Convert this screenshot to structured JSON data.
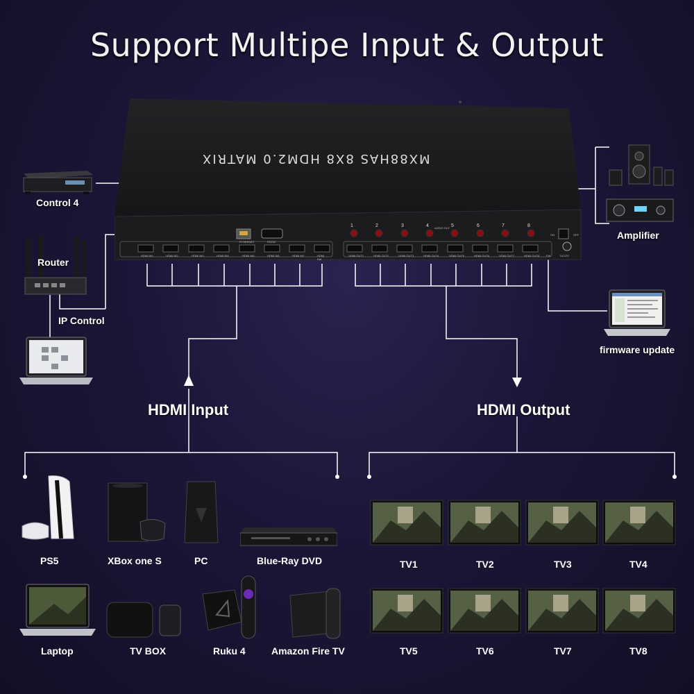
{
  "title": "Support Multipe Input & Output",
  "matrix": {
    "model": "MX88HAS 8X8 HDM2.0 MATRIX",
    "ports": {
      "ethernet": "ETHERNET",
      "rs232": "RS232",
      "inputs": [
        "HDMI IN1",
        "HDMI IN2",
        "HDMI IN3",
        "HDMI IN4",
        "HDMI IN5",
        "HDMI IN6",
        "HDMI IN7",
        "HDMI IN8"
      ],
      "outputs": [
        "HDMI OUT1",
        "HDMI OUT2",
        "HDMI OUT3",
        "HDMI OUT4",
        "HDMI OUT5",
        "HDMI OUT6",
        "HDMI OUT7",
        "HDMI OUT8"
      ],
      "audio_numbers": [
        "1",
        "2",
        "3",
        "4",
        "5",
        "6",
        "7",
        "8"
      ],
      "audio_out": "AUDIO OUT",
      "power_on": "ON",
      "power_off": "OFF",
      "dc": "DC12V",
      "fw": "FW"
    }
  },
  "left": {
    "control4": "Control 4",
    "router": "Router",
    "ip_control": "IP Control"
  },
  "right": {
    "amplifier": "Amplifier",
    "firmware": "firmware update"
  },
  "hdmi_input": "HDMI Input",
  "hdmi_output": "HDMI Output",
  "sources": {
    "row1": [
      "PS5",
      "XBox one S",
      "PC",
      "Blue-Ray DVD"
    ],
    "row2": [
      "Laptop",
      "TV BOX",
      "Ruku 4",
      "Amazon Fire TV"
    ]
  },
  "tvs": {
    "row1": [
      "TV1",
      "TV2",
      "TV3",
      "TV4"
    ],
    "row2": [
      "TV5",
      "TV6",
      "TV7",
      "TV8"
    ]
  },
  "colors": {
    "line": "#ffffff",
    "device": "#1a1a1c",
    "background": "#1b1637"
  }
}
